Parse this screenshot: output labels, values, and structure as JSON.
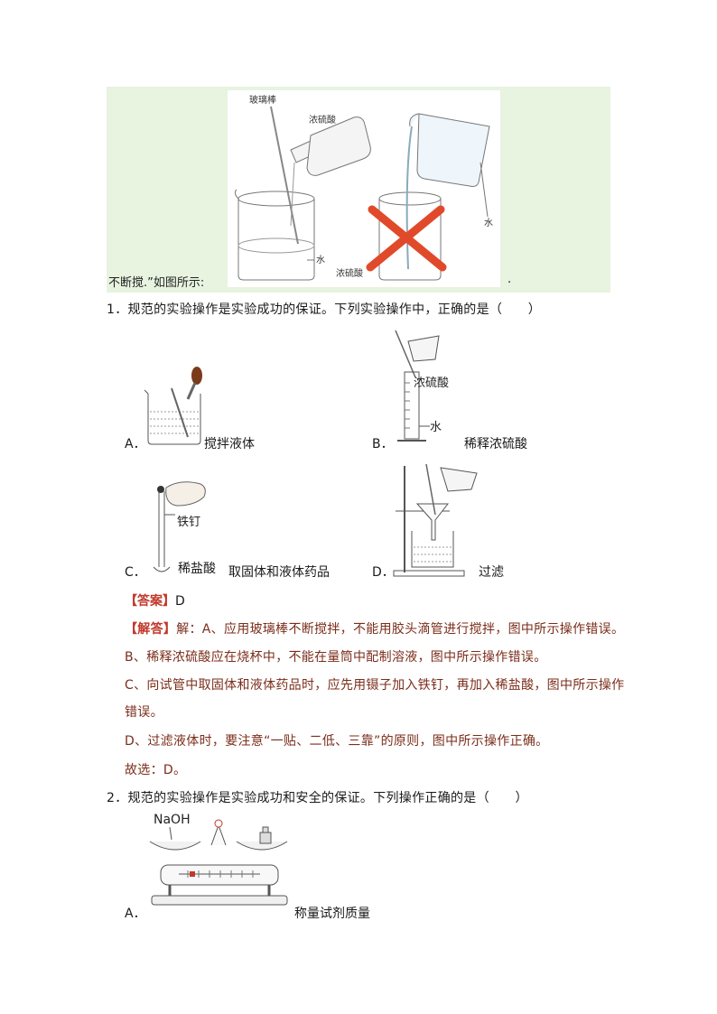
{
  "intro": {
    "tail_text": "不断搅.”如图所示:",
    "tail_dot": ".",
    "figure_labels": {
      "rod": "玻璃棒",
      "acid_top": "浓硫酸",
      "water_left": "水",
      "water_right": "水",
      "acid_bottom": "浓硫酸"
    }
  },
  "q1": {
    "stem": "1．规范的实验操作是实验成功的保证。下列实验操作中，正确的是（　　）",
    "options": [
      {
        "letter": "A．",
        "caption": "搅拌液体"
      },
      {
        "letter": "B．",
        "caption": "稀释浓硫酸",
        "labels": {
          "acid": "浓硫酸",
          "water": "水"
        }
      },
      {
        "letter": "C．",
        "caption": "取固体和液体药品",
        "labels": {
          "nail": "铁钉",
          "acid": "稀盐酸"
        }
      },
      {
        "letter": "D．",
        "caption": "过滤"
      }
    ],
    "answer_tag": "【答案】",
    "answer_value": "D",
    "analysis_tag": "【解答】",
    "analysis": [
      "解：A、应用玻璃棒不断搅拌，不能用胶头滴管进行搅拌，图中所示操作错误。",
      "B、稀释浓硫酸应在烧杯中，不能在量筒中配制溶液，图中所示操作错误。",
      "C、向试管中取固体和液体药品时，应先用镊子加入铁钉，再加入稀盐酸，图中所示操作",
      "错误。",
      "D、过滤液体时，要注意“一贴、二低、三靠”的原则，图中所示操作正确。",
      "故选：D。"
    ]
  },
  "q2": {
    "stem": "2．规范的实验操作是实验成功和安全的保证。下列操作正确的是（　　）",
    "options": [
      {
        "letter": "A．",
        "caption": "称量试剂质量",
        "labels": {
          "chem": "NaOH"
        }
      }
    ]
  }
}
